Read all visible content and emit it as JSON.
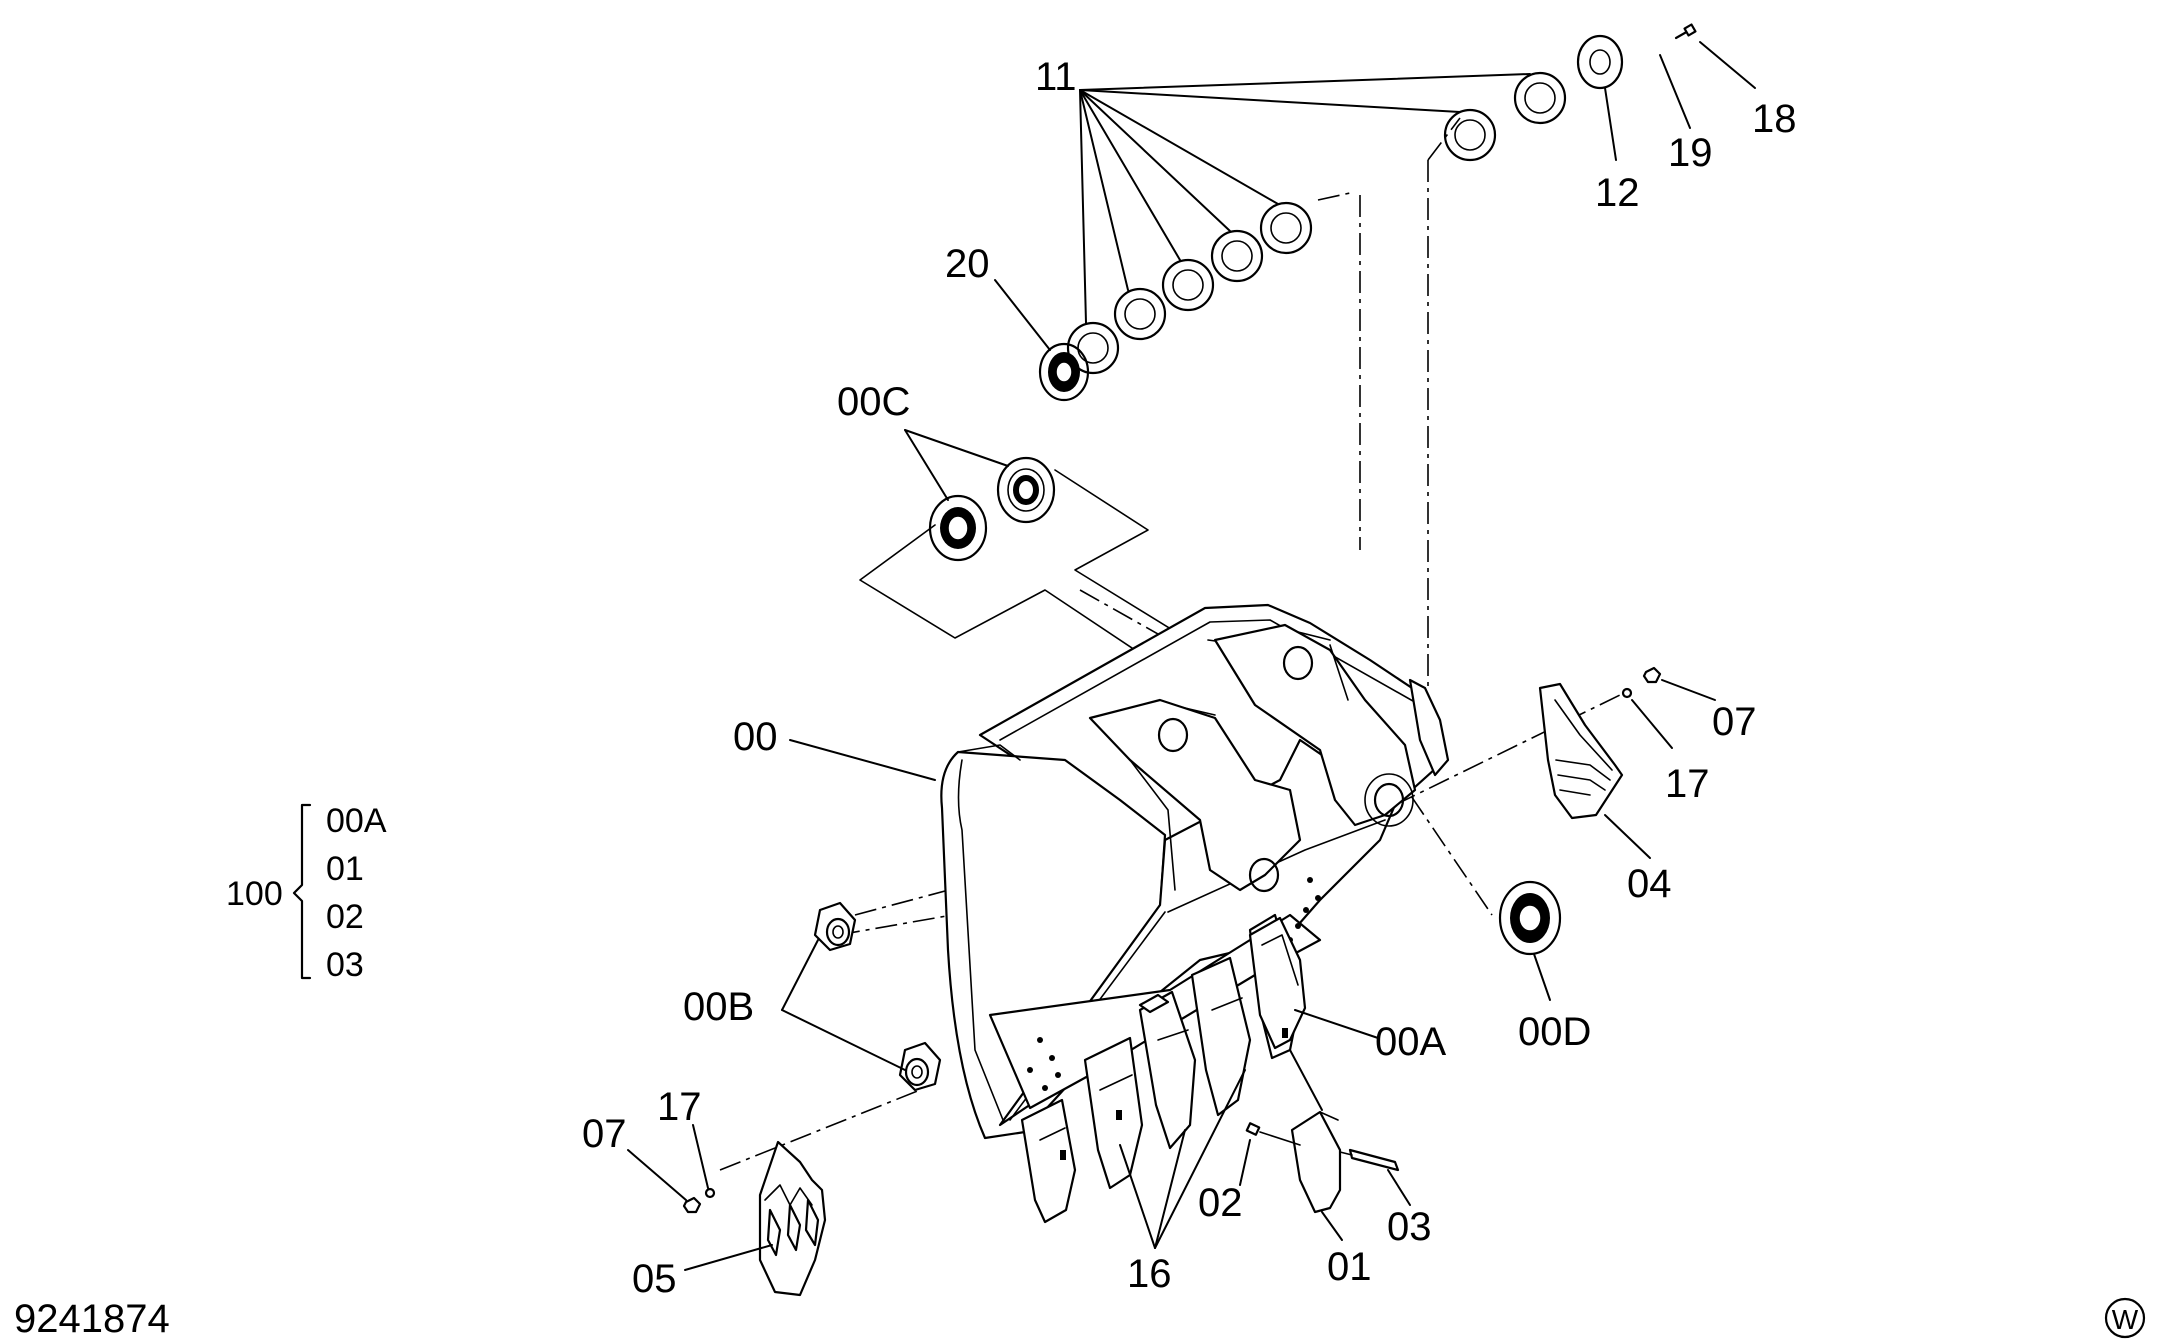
{
  "drawing_number": "9241874",
  "corner_mark": "W",
  "callouts": {
    "c11": "11",
    "c18": "18",
    "c19": "19",
    "c12": "12",
    "c20": "20",
    "c00C": "00C",
    "c00": "00",
    "c07_right": "07",
    "c17_right": "17",
    "c04": "04",
    "c00D": "00D",
    "c00A": "00A",
    "c00B": "00B",
    "c07_left": "07",
    "c17_left": "17",
    "c05": "05",
    "c02": "02",
    "c03": "03",
    "c01": "01",
    "c16": "16"
  },
  "assembly_group": {
    "number": "100",
    "items": [
      "00A",
      "01",
      "02",
      "03"
    ]
  }
}
